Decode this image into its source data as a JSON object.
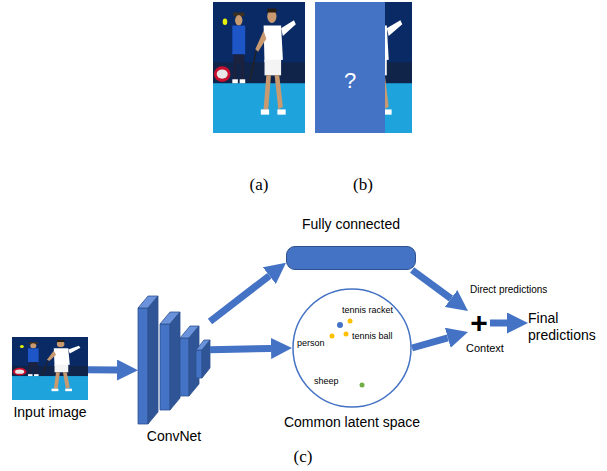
{
  "diagram": {
    "nodes": [
      {
        "text": [
          "Input image"
        ]
      },
      {
        "text": [
          "ConvNet"
        ]
      },
      {
        "text": [
          "Fully connected"
        ]
      },
      {
        "text": [
          "Common latent space"
        ]
      },
      {
        "text": [
          "+"
        ]
      },
      {
        "text": [
          "Final predictions"
        ]
      }
    ],
    "edges": [
      {
        "from": 0,
        "to": 1,
        "arrow": "to"
      },
      {
        "from": 1,
        "to": 2,
        "arrow": "to"
      },
      {
        "from": 1,
        "to": 3,
        "arrow": "to"
      },
      {
        "from": 2,
        "to": 4,
        "label": "Direct predictions",
        "arrow": "to"
      },
      {
        "from": 3,
        "to": 4,
        "label": "Context",
        "arrow": "to"
      },
      {
        "from": 4,
        "to": 5,
        "arrow": "to"
      }
    ],
    "labels": [
      "?",
      "(a)",
      "(b)",
      "tennis racket",
      "person",
      "tennis ball",
      "sheep",
      "(c)"
    ]
  }
}
